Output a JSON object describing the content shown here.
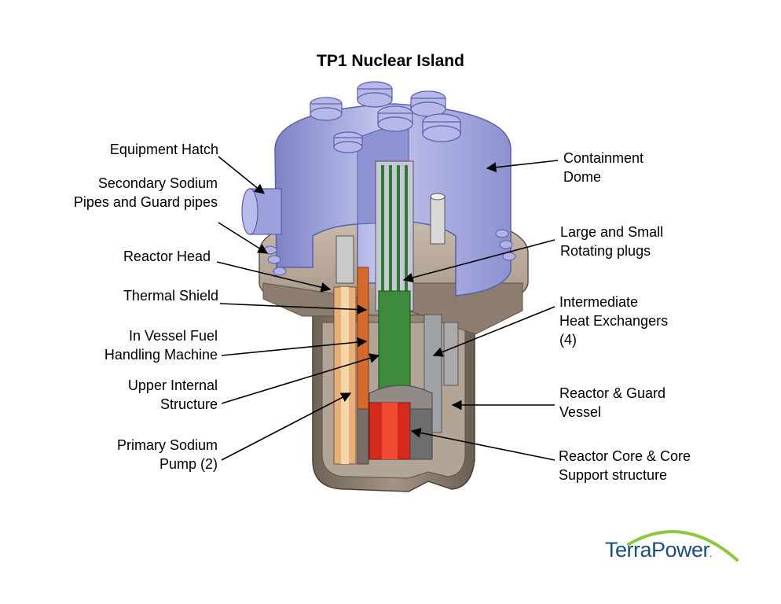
{
  "title": "TP1 Nuclear Island",
  "labels_left": [
    {
      "id": "equipment-hatch",
      "text": "Equipment Hatch"
    },
    {
      "id": "secondary-sodium-pipes",
      "text": "Secondary Sodium\nPipes and Guard pipes"
    },
    {
      "id": "reactor-head",
      "text": "Reactor Head"
    },
    {
      "id": "thermal-shield",
      "text": "Thermal Shield"
    },
    {
      "id": "in-vessel-fuel-handling",
      "text": "In Vessel Fuel\nHandling Machine"
    },
    {
      "id": "upper-internal-structure",
      "text": "Upper Internal\nStructure"
    },
    {
      "id": "primary-sodium-pump",
      "text": "Primary Sodium\nPump (2)"
    }
  ],
  "labels_right": [
    {
      "id": "containment-dome",
      "text": "Containment\nDome"
    },
    {
      "id": "rotating-plugs",
      "text": "Large and Small\nRotating plugs"
    },
    {
      "id": "intermediate-heat-exchangers",
      "text": "Intermediate\nHeat Exchangers\n(4)"
    },
    {
      "id": "reactor-guard-vessel",
      "text": "Reactor & Guard\nVessel"
    },
    {
      "id": "reactor-core",
      "text": "Reactor Core & Core\nSupport structure"
    }
  ],
  "logo": {
    "text": "TerraPower",
    "trademark": ".",
    "arc_color": "#8dc63f",
    "text_color": "#1f4e79"
  },
  "colors": {
    "dome": "#a9addf",
    "concrete": "#b8a99a",
    "vessel": "#8a7a6c",
    "core": "#d62a1e",
    "fuel": "#2e7d32"
  }
}
